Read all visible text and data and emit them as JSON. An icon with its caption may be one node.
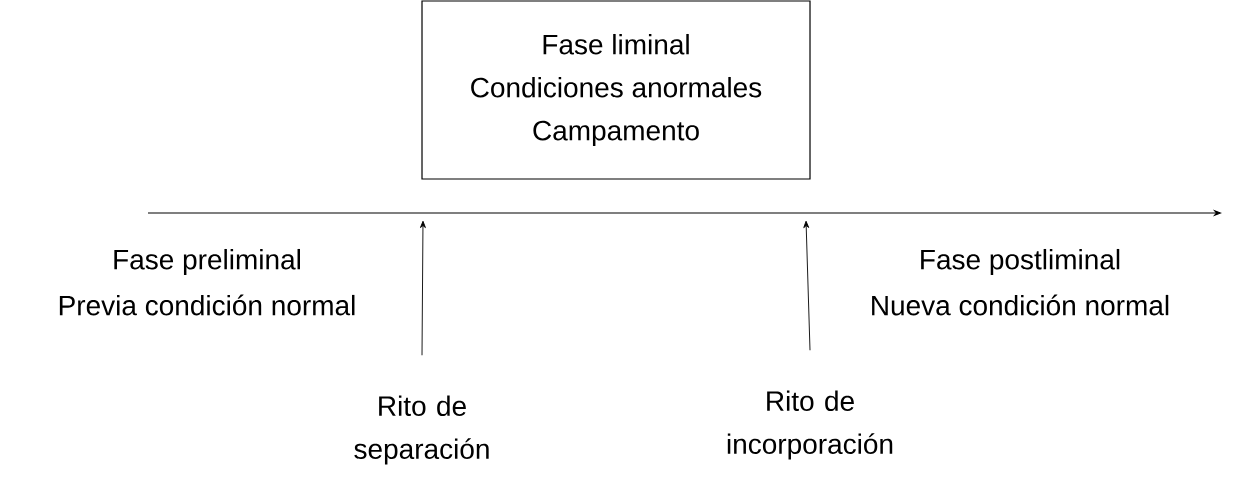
{
  "diagram": {
    "nodes": [
      {
        "text": [
          "Fase liminal",
          "Condiciones anormales",
          "Campamento"
        ]
      },
      {
        "text": [
          "Rito de separación"
        ]
      },
      {
        "text": [
          "Rito de incorporación"
        ]
      }
    ],
    "edges": [
      {
        "from": 1,
        "to": null,
        "arrow": "to"
      },
      {
        "from": 2,
        "to": null,
        "arrow": "to"
      }
    ],
    "labels": [
      "Fase preliminal",
      "Previa condición normal",
      "Fase postliminal",
      "Nueva condición normal"
    ]
  }
}
